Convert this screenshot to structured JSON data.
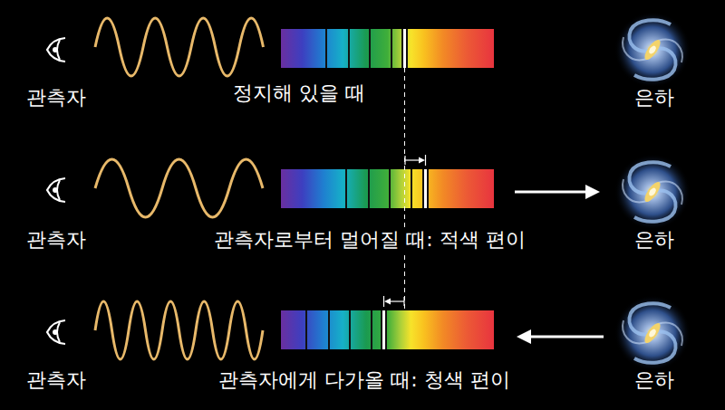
{
  "diagram": {
    "labels": [
      "관측자",
      "정지해 있을 때",
      "은하",
      "관측자",
      "관측자로부터 멀어질 때: 적색 편이",
      "은하",
      "관측자",
      "관측자에게 다가올 때: 청색 편이",
      "은하"
    ]
  }
}
